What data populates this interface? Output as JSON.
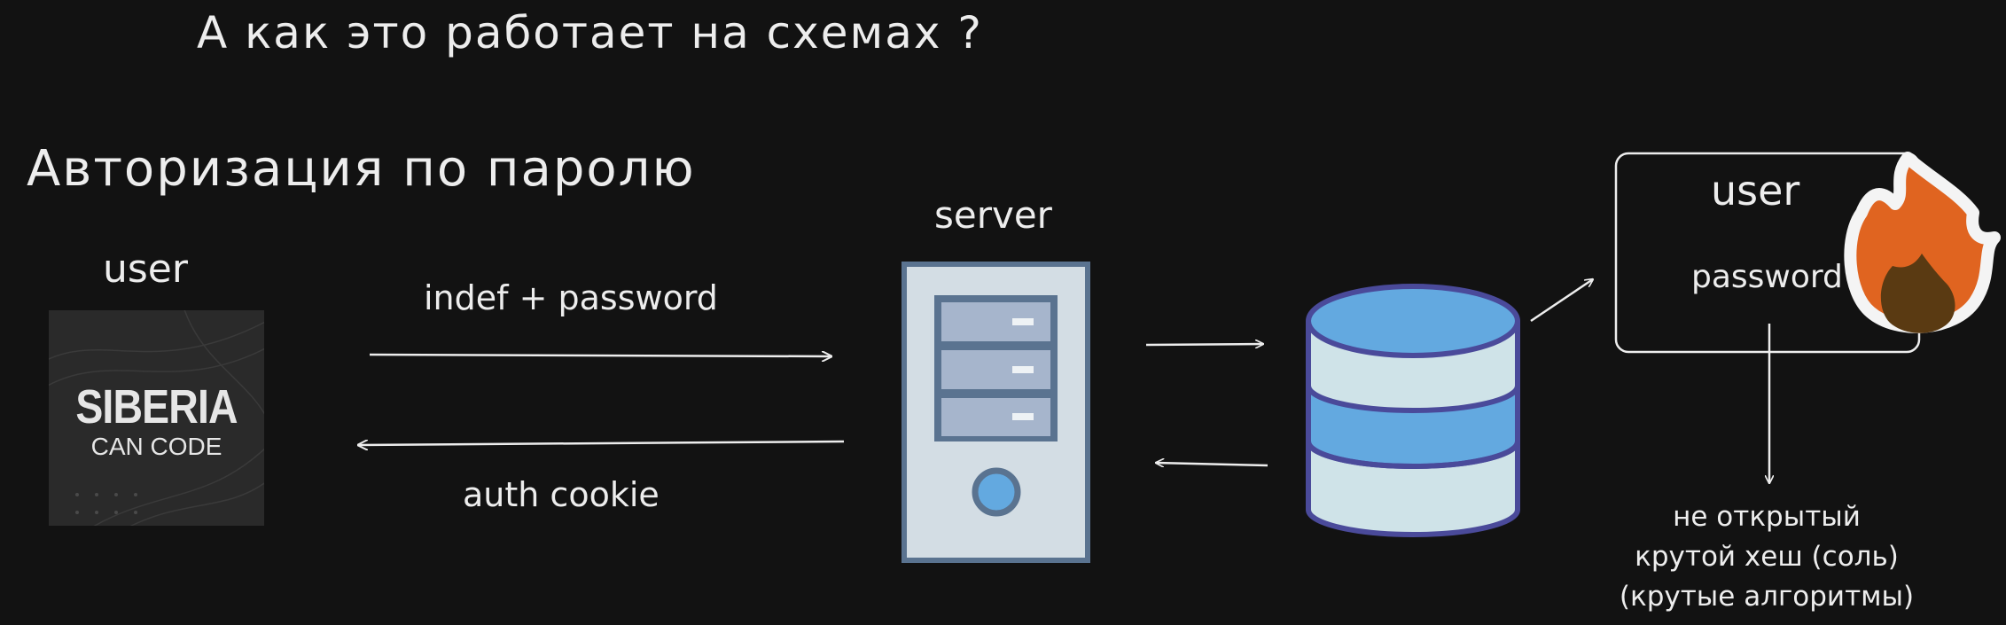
{
  "heading": "А как это работает на схемах ?",
  "subtitle": "Авторизация по паролю",
  "client": {
    "label": "user",
    "logo": {
      "main": "SIBERIA",
      "sub": "CAN CODE"
    }
  },
  "request_label": "indef + password",
  "response_label": "auth cookie",
  "server_label": "server",
  "user_record": {
    "title": "user",
    "field": "password"
  },
  "note": [
    "не открытый",
    "крутой хеш (соль)",
    "(крутые алгоритмы)"
  ],
  "colors": {
    "background": "#121212",
    "text": "#ededed",
    "db_blue": "#63a9e0",
    "db_light": "#cfe3e8",
    "db_outline": "#4a4a9a",
    "server_body": "#d3dde4",
    "server_frame": "#5a7390",
    "server_drive": "#a6b5cc",
    "fire_orange": "#e06420",
    "fire_dark": "#5a3a12"
  },
  "icons": [
    "server-icon",
    "database-icon",
    "fire-icon",
    "logo-siberia-can-code"
  ]
}
